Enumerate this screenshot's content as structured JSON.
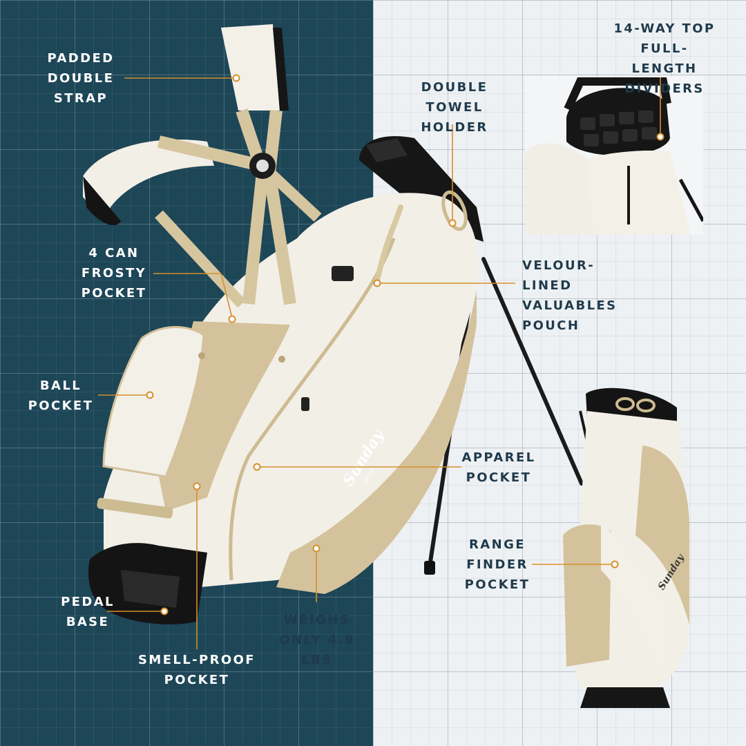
{
  "colors": {
    "dark_panel": "#1d4657",
    "light_panel": "#eef1f3",
    "accent_orange": "#d58f2b",
    "bag_cream": "#f1eee6",
    "bag_tan": "#d3c19a",
    "label_dark_text": "#1f3a4c"
  },
  "brand": {
    "logo_text": "Sunday",
    "logo_subtext": "GOLF"
  },
  "callouts": {
    "padded_double_strap": "PADDED\nDOUBLE\nSTRAP",
    "four_can_frosty_pocket": "4 CAN\nFROSTY\nPOCKET",
    "ball_pocket": "BALL\nPOCKET",
    "pedal_base": "PEDAL\nBASE",
    "smell_proof_pocket": "SMELL-PROOF\nPOCKET",
    "weighs": "WEIGHS\nONLY 4.9 LBS",
    "double_towel_holder": "DOUBLE TOWEL\nHOLDER",
    "velour_lined_pouch": "VELOUR-LINED\nVALUABLES\nPOUCH",
    "apparel_pocket": "APPAREL\nPOCKET",
    "range_finder_pocket": "RANGE\nFINDER\nPOCKET",
    "fourteen_way_top": "14-WAY TOP\nFULL-LENGTH\nDIVIDERS"
  }
}
